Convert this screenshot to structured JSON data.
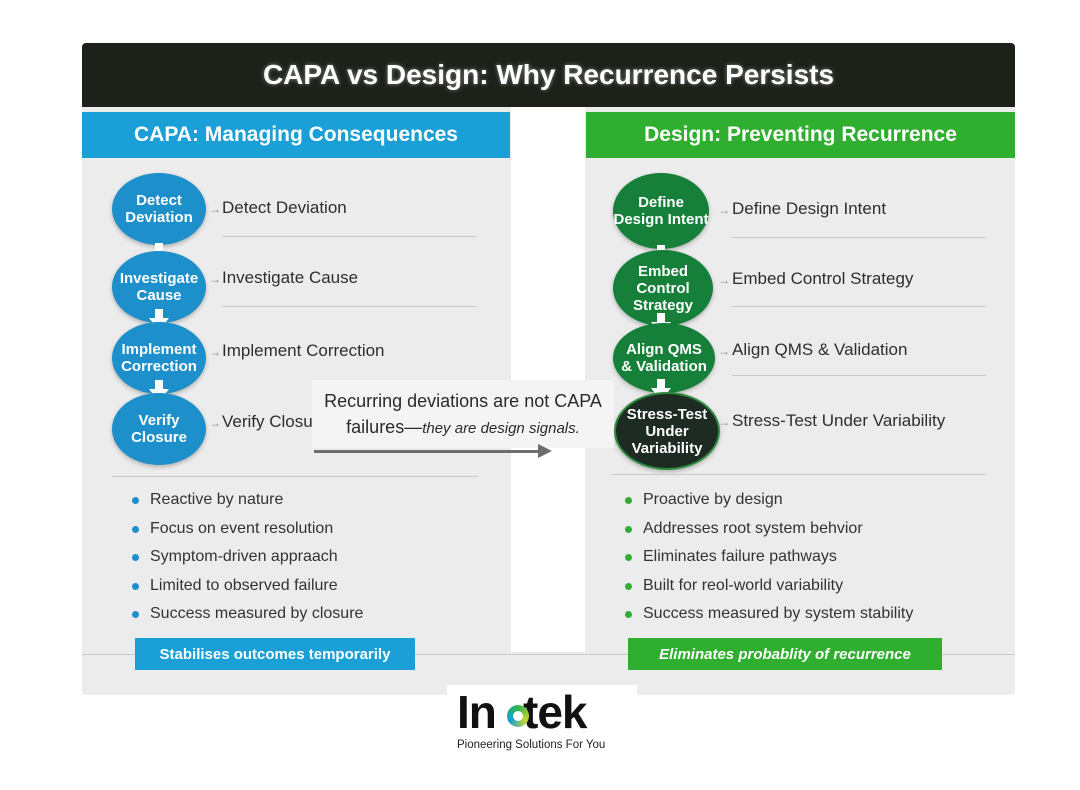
{
  "title": "CAPA vs Design: Why Recurrence Persists",
  "colors": {
    "capa_blue": "#1a9fd6",
    "design_green": "#2fae2f",
    "title_bg": "#1c2219"
  },
  "left": {
    "header": "CAPA: Managing Consequences",
    "steps": [
      {
        "circle": "Detect\nDeviation",
        "label": "Detect Deviation"
      },
      {
        "circle": "Investigate\nCause",
        "label": "Investigate Cause"
      },
      {
        "circle": "Implement\nCorrection",
        "label": "Implement Correction"
      },
      {
        "circle": "Verify\nClosure",
        "label": "Verify Closure"
      }
    ],
    "bullets": [
      "Reactive by nature",
      "Focus on event resolution",
      "Symptom-driven appraach",
      "Limited to observed failure",
      "Success measured by closure"
    ],
    "footer": "Stabilises outcomes temporarily"
  },
  "right": {
    "header": "Design: Preventing Recurrence",
    "steps": [
      {
        "circle": "Define\nDesign Intent",
        "label": "Define Design Intent"
      },
      {
        "circle": "Embed\nControl Strategy",
        "label": "Embed Control Strategy"
      },
      {
        "circle": "Align QMS\n& Validation",
        "label": "Align QMS & Validation"
      },
      {
        "circle": "Stress-Test\nUnder Variability",
        "label": "Stress-Test Under Variability"
      }
    ],
    "bullets": [
      "Proactive by design",
      "Addresses root system behvior",
      "Eliminates failure pathways",
      "Built for reol-world variability",
      "Success measured by system stability"
    ],
    "footer": "Eliminates probablity of recurrence"
  },
  "callout": {
    "line1": "Recurring deviations are not CAPA",
    "line2_plain": "failures—",
    "line2_em": "they are design signals."
  },
  "logo": {
    "tagline": "Pioneering Solutions For You"
  }
}
